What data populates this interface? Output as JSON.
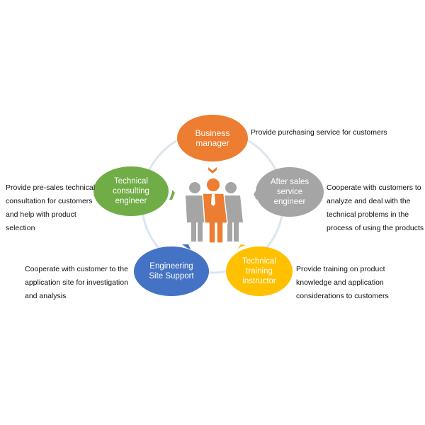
{
  "roles": [
    {
      "id": "business",
      "label": "Business manager",
      "color": "#ED7D31",
      "description": "Provide purchasing service for customers"
    },
    {
      "id": "after-sales",
      "label": "After sales service engineer",
      "color": "#A5A5A5",
      "description": "Cooperate with customers to analyze and deal with the technical problems in the process of using the products"
    },
    {
      "id": "training",
      "label": "Technical training instructor",
      "color": "#FFC000",
      "description": "Provide training on product knowledge and application considerations to customers"
    },
    {
      "id": "engineering",
      "label": "Engineering Site Support",
      "color": "#4472C4",
      "description": "Cooperate with customer to the application site for investigation and analysis"
    },
    {
      "id": "consulting",
      "label": "Technical consulting engineer",
      "color": "#70AD47",
      "description": "Provide pre-sales technical consultation for customers and help with product selection"
    }
  ],
  "ring_color": "#DCE6F0"
}
